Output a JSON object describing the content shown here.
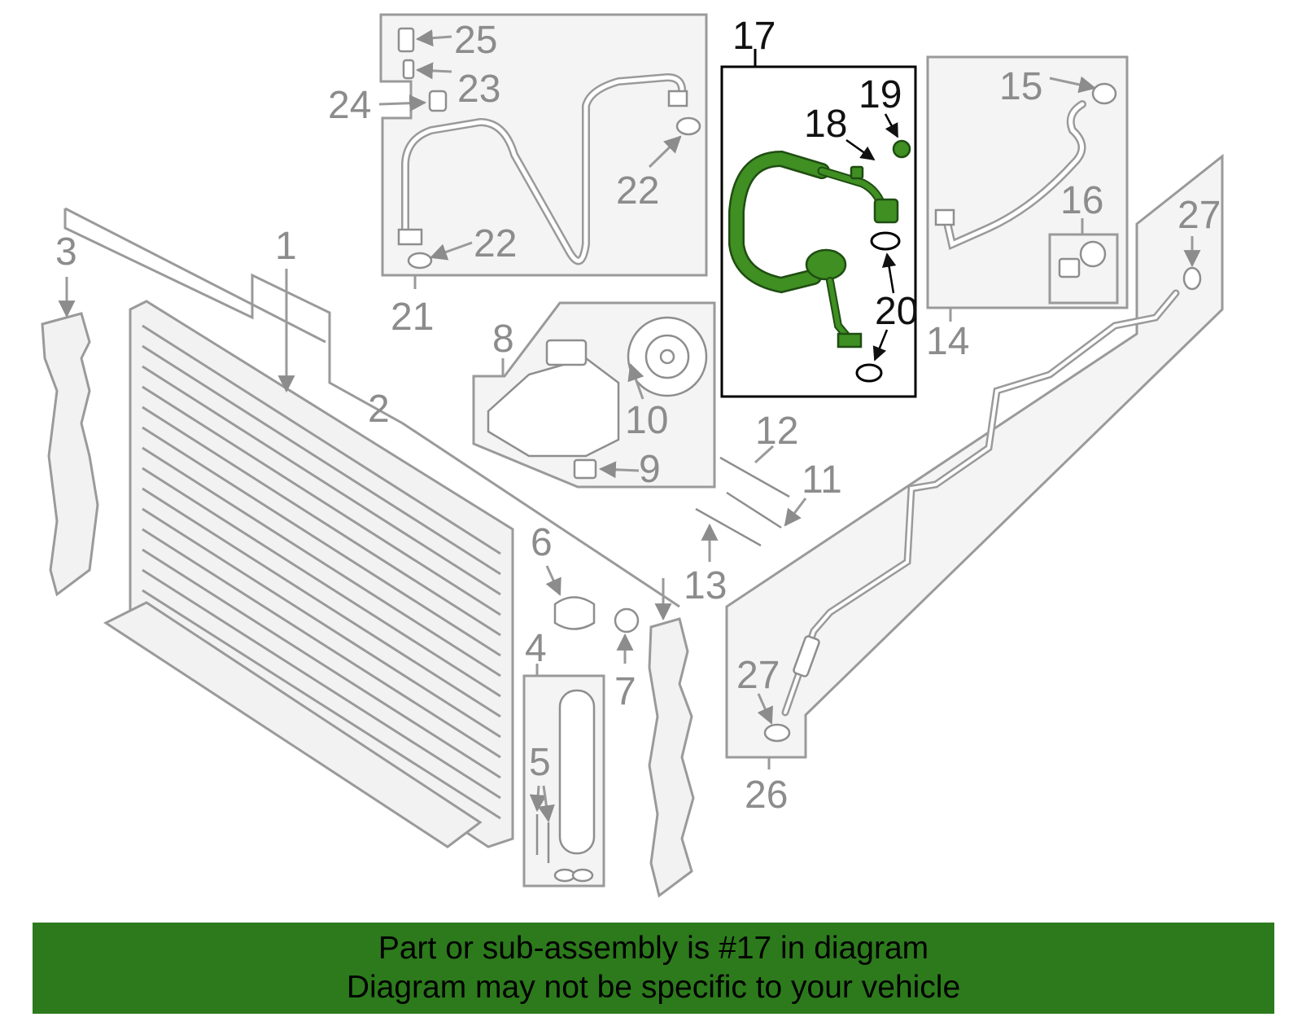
{
  "callouts": {
    "c1": "1",
    "c2": "2",
    "c3": "3",
    "c4": "4",
    "c5": "5",
    "c6": "6",
    "c7": "7",
    "c8": "8",
    "c9": "9",
    "c10": "10",
    "c11": "11",
    "c12": "12",
    "c13": "13",
    "c14": "14",
    "c15": "15",
    "c16": "16",
    "c17": "17",
    "c18": "18",
    "c19": "19",
    "c20": "20",
    "c21": "21",
    "c22a": "22",
    "c22b": "22",
    "c23": "23",
    "c24": "24",
    "c25": "25",
    "c26": "26",
    "c27a": "27",
    "c27b": "27"
  },
  "highlight_color": "#3f8f22",
  "banner": {
    "background": "#2c7a1c",
    "line1": "Part or sub-assembly is #17 in diagram",
    "line2": "Diagram may not be specific to your vehicle"
  }
}
